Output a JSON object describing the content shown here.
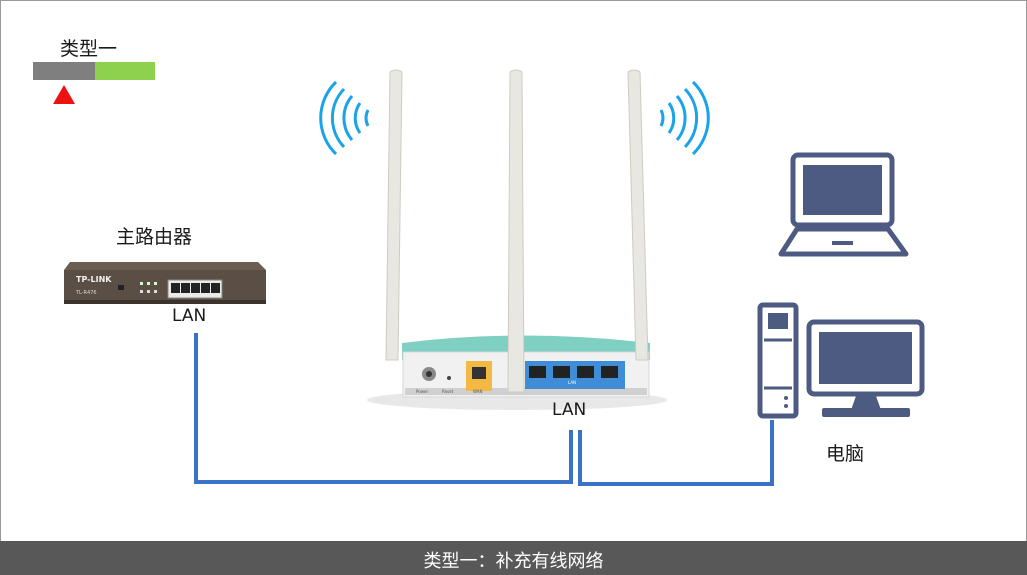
{
  "type_title": "类型一",
  "main_router_label": "主路由器",
  "main_router_brand": "TP-LINK",
  "main_router_model": "TL-R476",
  "lan_left_label": "LAN",
  "lan_right_label": "LAN",
  "router_port_labels": {
    "power": "Power",
    "reset": "Reset",
    "wan": "WAN",
    "lan": "LAN"
  },
  "pc_label": "电脑",
  "caption": "类型一：补充有线网络",
  "colors": {
    "cable": "#3a72c6",
    "wifi": "#1aa3e8",
    "device": "#4d5b82",
    "bar_gray": "#7f7f7f",
    "bar_green": "#8ed14f",
    "marker_red": "#ee1111",
    "caption_bg": "#585858"
  }
}
